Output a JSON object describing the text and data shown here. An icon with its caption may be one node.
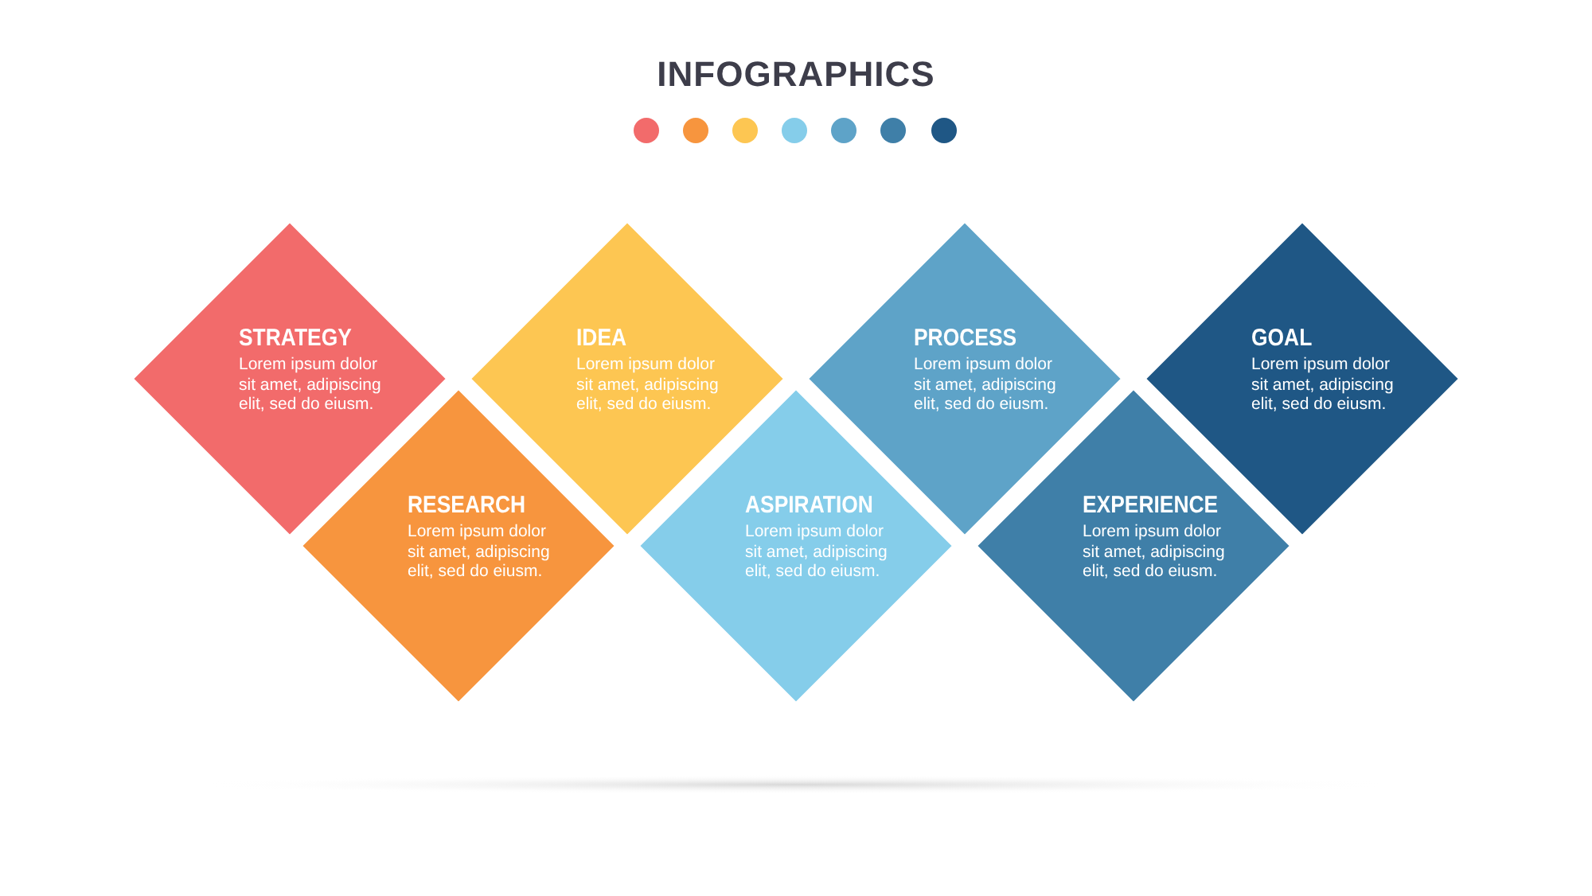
{
  "diagram": {
    "title": "INFOGRAPHICS",
    "nodes": [
      {
        "text": [
          "STRATEGY",
          "Lorem ipsum dolor sit amet, adipiscing elit, sed do eiusm."
        ]
      },
      {
        "text": [
          "RESEARCH",
          "Lorem ipsum dolor sit amet, adipiscing elit, sed do eiusm."
        ]
      },
      {
        "text": [
          "IDEA",
          "Lorem ipsum dolor sit amet, adipiscing elit, sed do eiusm."
        ]
      },
      {
        "text": [
          "ASPIRATION",
          "Lorem ipsum dolor sit amet, adipiscing elit, sed do eiusm."
        ]
      },
      {
        "text": [
          "PROCESS",
          "Lorem ipsum dolor sit amet, adipiscing elit, sed do eiusm."
        ]
      },
      {
        "text": [
          "EXPERIENCE",
          "Lorem ipsum dolor sit amet, adipiscing elit, sed do eiusm."
        ]
      },
      {
        "text": [
          "GOAL",
          "Lorem ipsum dolor sit amet, adipiscing elit, sed do eiusm."
        ]
      }
    ],
    "edges": []
  }
}
